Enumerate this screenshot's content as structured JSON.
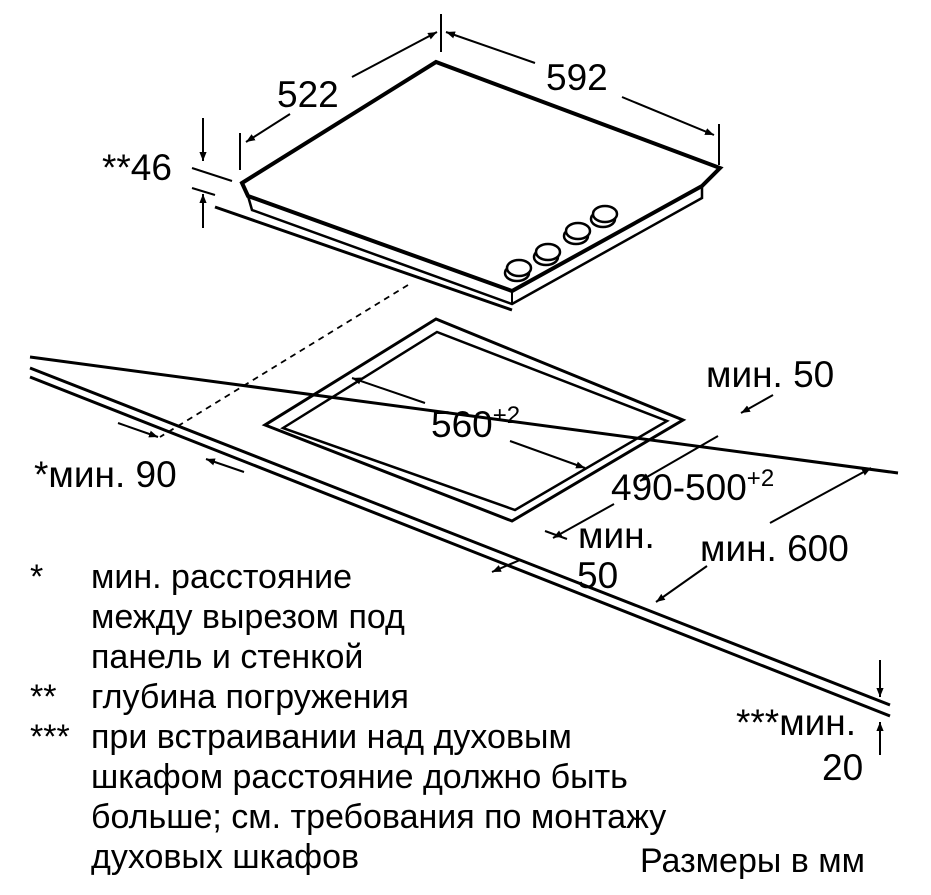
{
  "dimensions": {
    "hob_width": "592",
    "hob_depth": "522",
    "hob_depth_immersion": "**46",
    "cutout_width": "560",
    "cutout_width_tol": "+2",
    "cutout_depth": "490-500",
    "cutout_depth_tol": "+2",
    "min_rear": "мин. 50",
    "min_side_marker": "*мин. 90",
    "min_front_word": "мин.",
    "min_front_value": "50",
    "min_worktop_depth": "мин. 600",
    "min_below_word": "***мин.",
    "min_below_value": "20"
  },
  "notes": [
    {
      "mark": "*",
      "lines": [
        "мин. расстояние",
        "между вырезом под",
        "панель и стенкой"
      ]
    },
    {
      "mark": "**",
      "lines": [
        "глубина погружения"
      ]
    },
    {
      "mark": "***",
      "lines": [
        "при встраивании над духовым",
        "шкафом расстояние должно быть",
        "больше; см. требования по монтажу",
        "духовых шкафов"
      ]
    }
  ],
  "units_caption": "Размеры в мм"
}
